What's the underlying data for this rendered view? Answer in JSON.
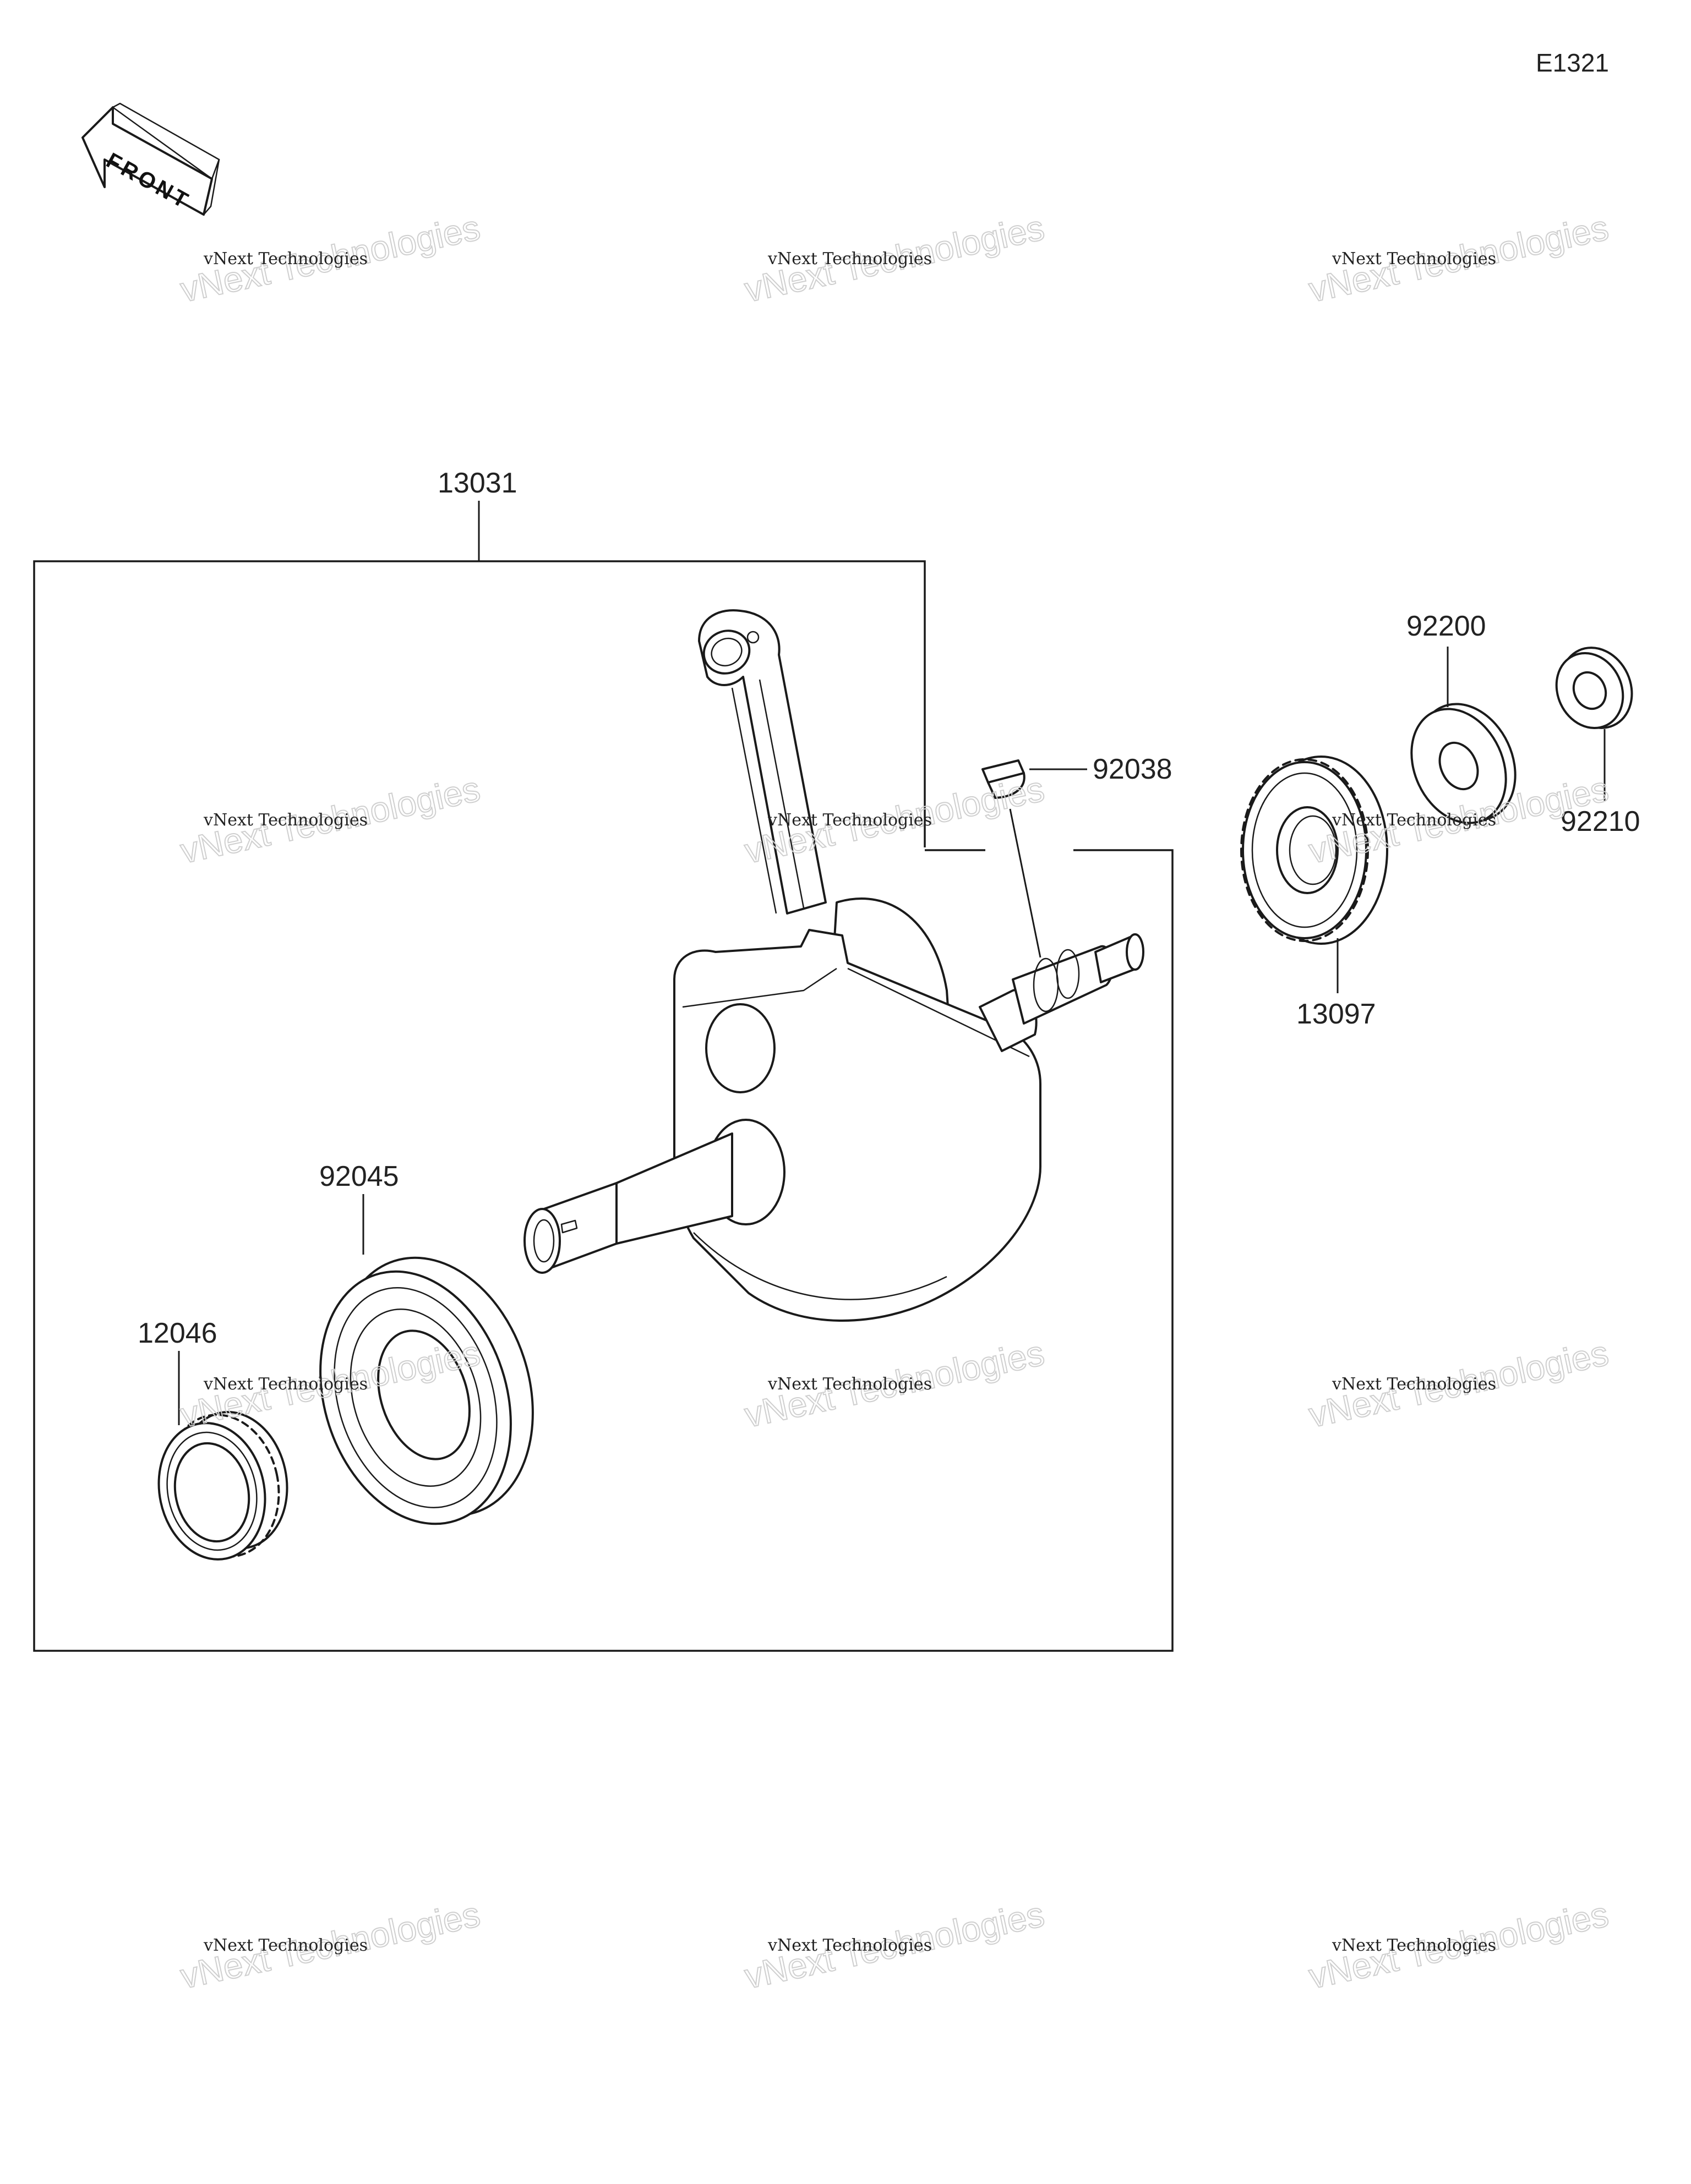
{
  "diagram_code": "E1321",
  "front_arrow": {
    "text": "FRONT",
    "icon": "front-direction-arrow-icon"
  },
  "parts": {
    "crankshaft_assy": "13031",
    "key": "92038",
    "gear": "13097",
    "washer": "92200",
    "nut": "92210",
    "bearing": "92045",
    "sprocket": "12046"
  },
  "watermark": {
    "line1": "vNext Technologies",
    "line2": "vNext Technologies"
  }
}
